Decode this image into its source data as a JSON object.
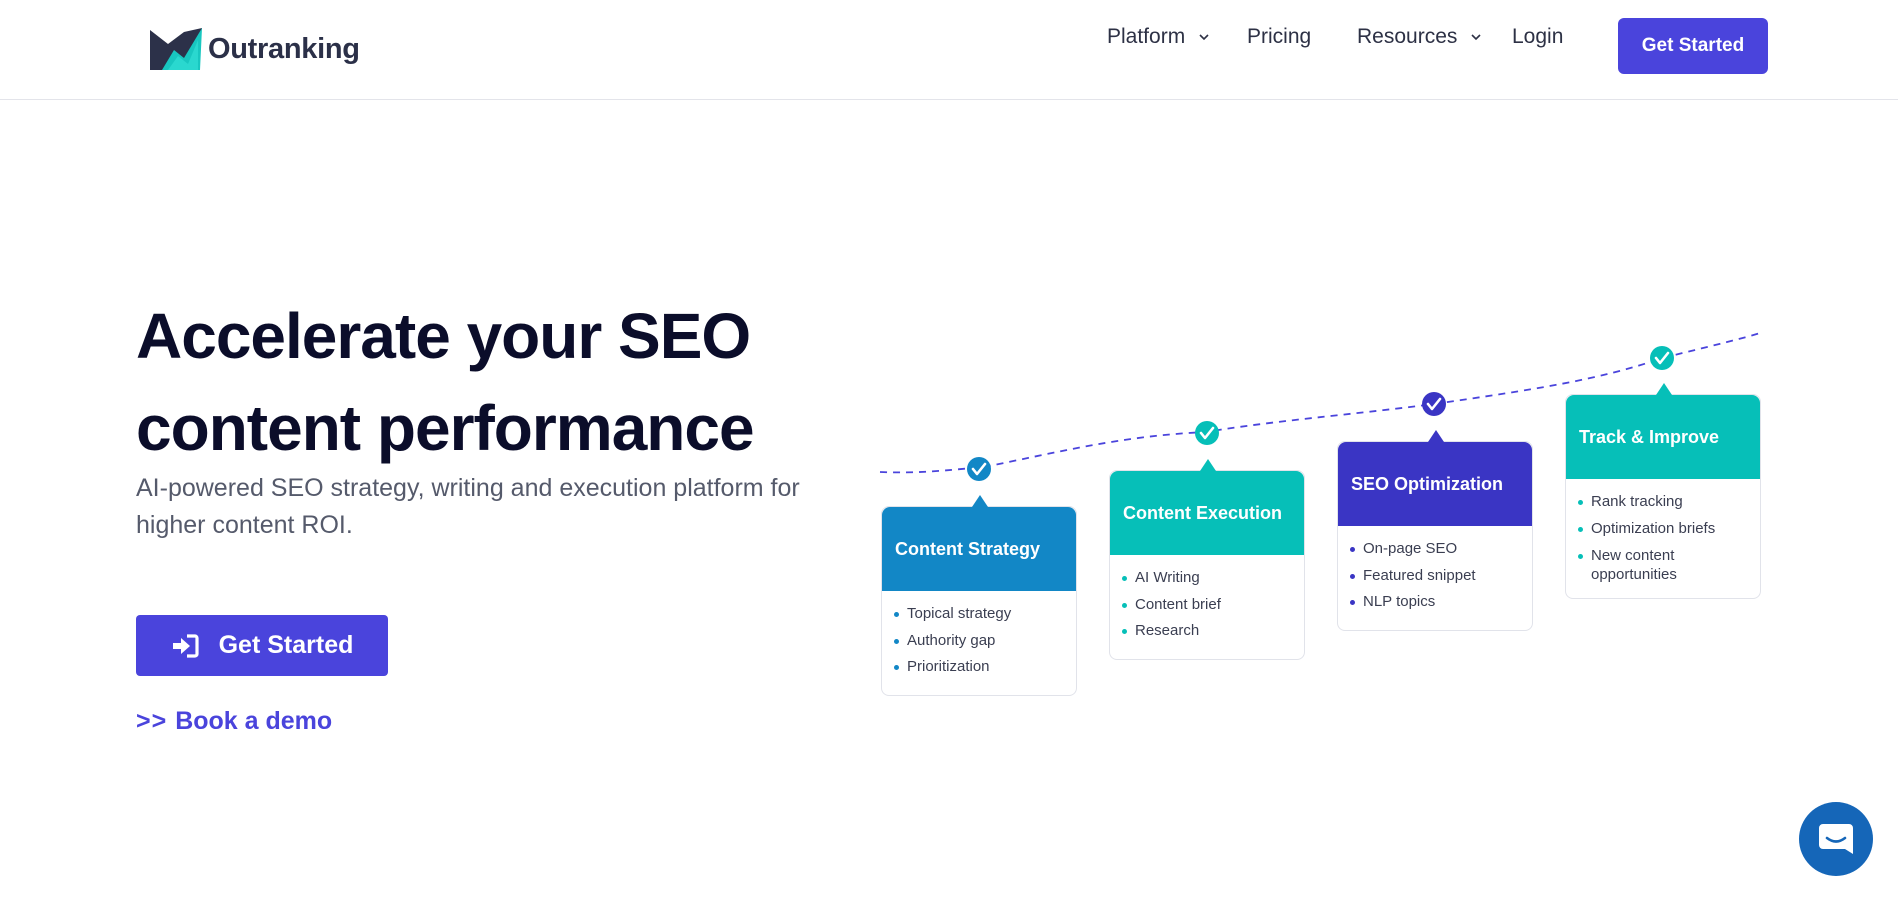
{
  "colors": {
    "brand": "#4a44dc",
    "strategy": "#1287c6",
    "execution": "#06bfb8",
    "optimization": "#3a35c4",
    "track": "#06bfb8",
    "chat": "#1566b8"
  },
  "header": {
    "logo_text": "Outranking",
    "nav": [
      {
        "label": "Platform",
        "has_dropdown": true
      },
      {
        "label": "Pricing",
        "has_dropdown": false
      },
      {
        "label": "Resources",
        "has_dropdown": true
      },
      {
        "label": "Login",
        "has_dropdown": false
      }
    ],
    "cta_label": "Get Started"
  },
  "hero": {
    "title_line1": "Accelerate your SEO",
    "title_line2": "content performance",
    "subtitle_line1": "AI-powered SEO strategy, writing and execution platform for",
    "subtitle_line2": "higher content ROI.",
    "cta_label": "Get Started",
    "demo_arrows": ">>",
    "demo_label": "Book a demo"
  },
  "steps": [
    {
      "title": "Content Strategy",
      "items": [
        "Topical strategy",
        "Authority gap",
        "Prioritization"
      ]
    },
    {
      "title": "Content Execution",
      "items": [
        "AI Writing",
        "Content brief",
        "Research"
      ]
    },
    {
      "title": "SEO Optimization",
      "items": [
        "On-page SEO",
        "Featured snippet",
        "NLP topics"
      ]
    },
    {
      "title": "Track & Improve",
      "items": [
        "Rank tracking",
        "Optimization briefs",
        "New content opportunities"
      ]
    }
  ],
  "icons": {
    "login": "sign-in-icon",
    "chat": "chat-icon",
    "check": "check-icon",
    "chevron": "chevron-down-icon"
  }
}
